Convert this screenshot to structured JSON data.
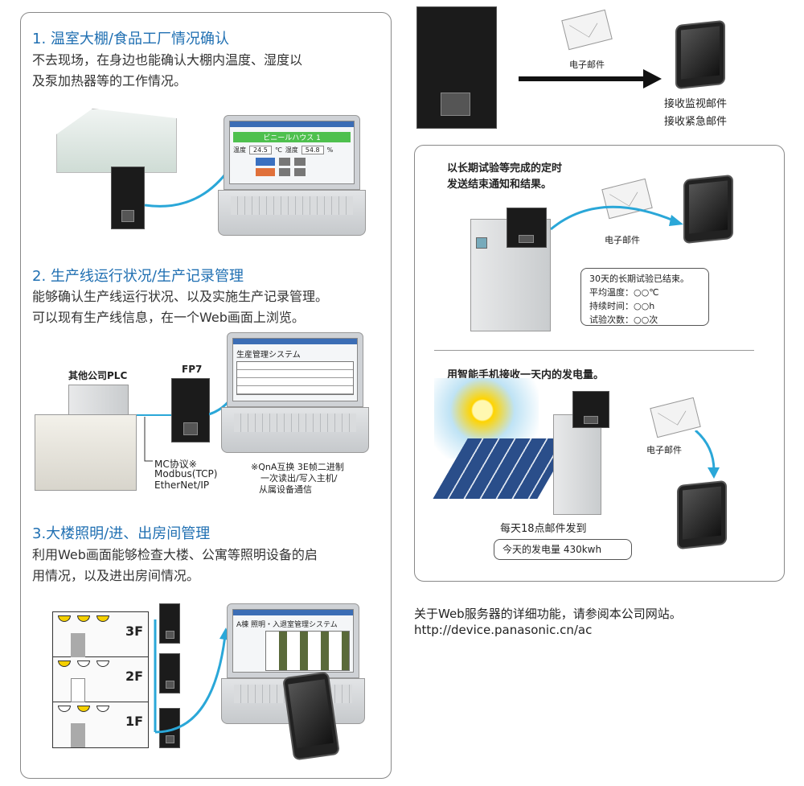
{
  "sections": [
    {
      "title": "1. 温室大棚/食品工厂情况确认",
      "body": [
        "不去现场，在身边也能确认大棚内温度、湿度以",
        "及泵加热器等的工作情况。"
      ],
      "screen": {
        "title": "ビニールハウス 1",
        "temp_label": "温度",
        "temp": "24.5",
        "temp_unit": "℃",
        "hum_label": "湿度",
        "hum": "54.8",
        "hum_unit": "%"
      }
    },
    {
      "title": "2. 生产线运行状况/生产记录管理",
      "body": [
        "能够确认生产线运行状况、以及实施生产记录管理。",
        "可以现有生产线信息，在一个Web画面上浏览。"
      ],
      "other_plc": "其他公司PLC",
      "fp7": "FP7",
      "protocols": [
        "MC协议※",
        "Modbus(TCP)",
        "EtherNet/IP"
      ],
      "note": [
        "※QnA互换 3E帧二进制",
        "一次读出/写入主机/",
        "从属设备通信"
      ],
      "screen": {
        "title": "生産管理システム"
      }
    },
    {
      "title": "3.大楼照明/进、出房间管理",
      "body": [
        "利用Web画面能够检查大楼、公寓等照明设备的启",
        "用情况，以及进出房间情况。"
      ],
      "floors": [
        "3F",
        "2F",
        "1F"
      ],
      "screen": {
        "title": "A棟  照明・入退室管理システム"
      }
    }
  ],
  "top_right": {
    "email": "电子邮件",
    "receive": [
      "接收监视邮件",
      "接收紧急邮件"
    ]
  },
  "box": {
    "test": {
      "title": [
        "以长期试验等完成的定时",
        "发送结束通知和结果。"
      ],
      "email": "电子邮件",
      "bubble": [
        "30天的长期试验已结束。",
        "平均温度：○○℃",
        "持续时间：○○h",
        "试验次数：○○次"
      ]
    },
    "solar": {
      "title": "用智能手机接收一天内的发电量。",
      "email": "电子邮件",
      "daily": "每天18点邮件发到",
      "bubble": "今天的发电量 430kwh"
    }
  },
  "footer": [
    "关于Web服务器的详细功能，请参阅本公司网站。",
    "http://device.panasonic.cn/ac"
  ],
  "colors": {
    "heading": "#1f6fb2",
    "arrow": "#2aa7d8"
  }
}
